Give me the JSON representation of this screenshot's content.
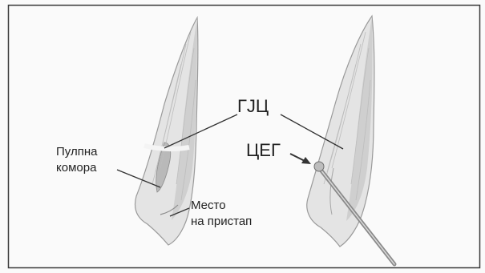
{
  "figure": {
    "labels": {
      "gjc": "ГЈЦ",
      "ceg": "ЦЕГ",
      "pulp_line1": "Пулпна",
      "pulp_line2": "комора",
      "access_line1": "Место",
      "access_line2": "на пристап"
    },
    "colors": {
      "background": "#fafafa",
      "frame": "#3a3a3a",
      "tooth_fill": "#e4e4e4",
      "tooth_shade": "#c9c9c9",
      "tooth_stroke": "#9a9a9a",
      "leader_line": "#333333",
      "instrument": "#8a8a8a"
    }
  }
}
